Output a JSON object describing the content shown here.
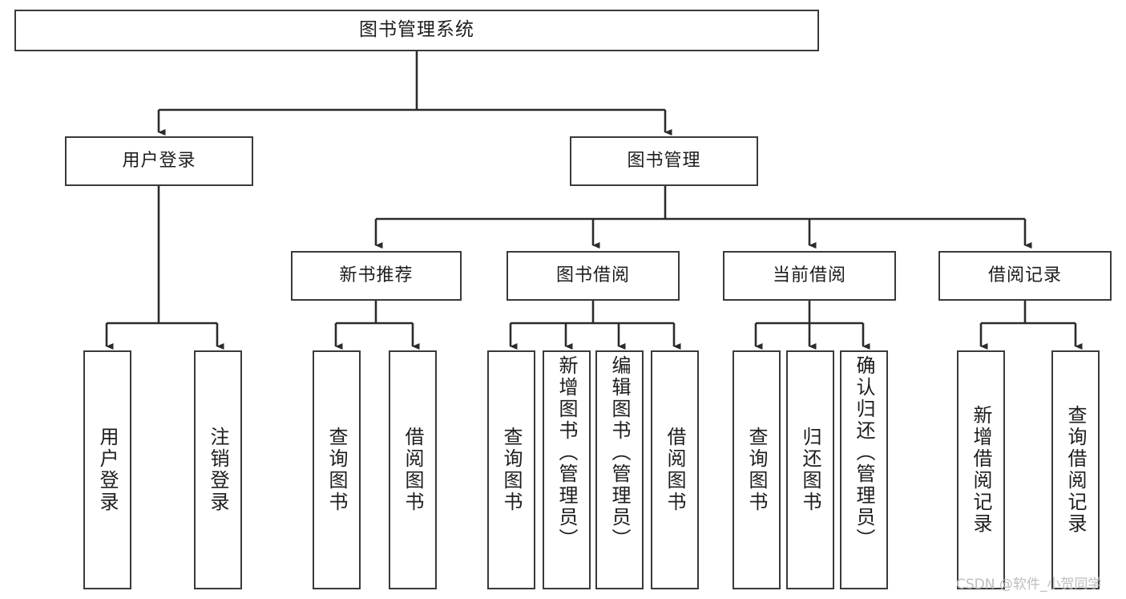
{
  "diagram": {
    "title": "图书管理系统",
    "type": "tree-hierarchy-chart",
    "watermark": "CSDN @软件_小贺同学",
    "colors": {
      "border": "#3a3a3a",
      "text": "#1d1d1d",
      "background": "#ffffff",
      "connector": "#2b2b2b",
      "watermark": "#bdbdbd"
    },
    "nodes": {
      "root": {
        "label": "图书管理系统"
      },
      "level2": [
        {
          "label": "用户登录"
        },
        {
          "label": "图书管理"
        }
      ],
      "level3": [
        {
          "label": "新书推荐"
        },
        {
          "label": "图书借阅"
        },
        {
          "label": "当前借阅"
        },
        {
          "label": "借阅记录"
        }
      ],
      "leaves_user_login": [
        {
          "label": "用户登录"
        },
        {
          "label": "注销登录"
        }
      ],
      "leaves_new_book": [
        {
          "label": "查询图书"
        },
        {
          "label": "借阅图书"
        }
      ],
      "leaves_borrow": [
        {
          "label": "查询图书"
        },
        {
          "label": "新增图书（管理员）"
        },
        {
          "label": "编辑图书（管理员）"
        },
        {
          "label": "借阅图书"
        }
      ],
      "leaves_current": [
        {
          "label": "查询图书"
        },
        {
          "label": "归还图书"
        },
        {
          "label": "确认归还（管理员）"
        }
      ],
      "leaves_record": [
        {
          "label": "新增借阅记录"
        },
        {
          "label": "查询借阅记录"
        }
      ]
    }
  }
}
